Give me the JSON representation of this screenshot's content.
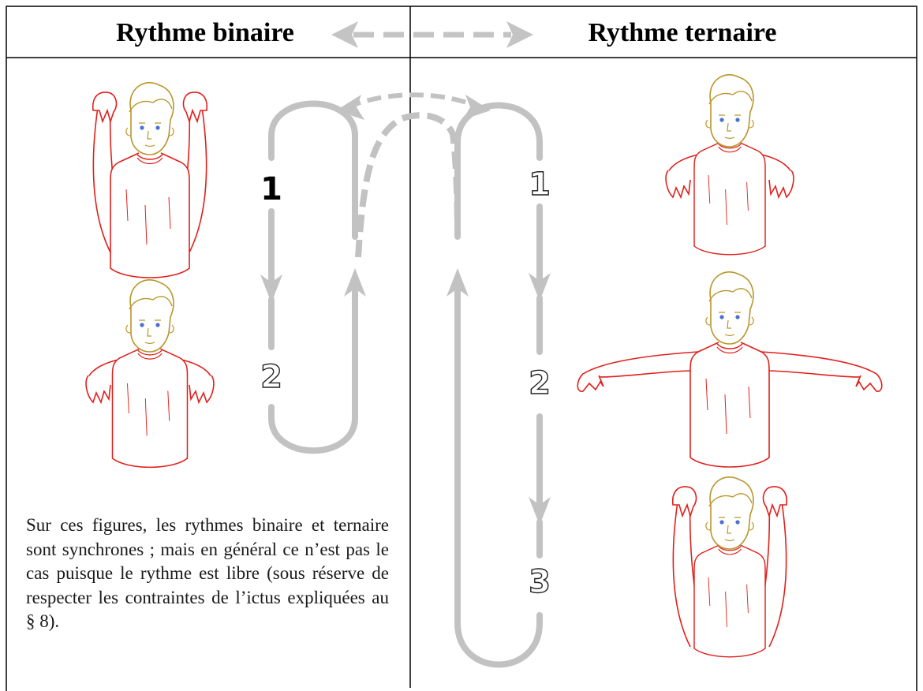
{
  "header": {
    "left_title": "Rythme binaire",
    "right_title": "Rythme ternaire"
  },
  "beats": {
    "binary": [
      "1",
      "2"
    ],
    "ternary": [
      "1",
      "2",
      "3"
    ]
  },
  "caption": "Sur ces figures, les rythmes binaire et ternaire sont synchrones ; mais en général ce n’est pas le cas puisque le rythme est libre (sous réserve de respecter les contraintes de l’ictus expliquées au § 8).",
  "colors": {
    "arrow": "#c2c2c2",
    "figure_body": "#e0201c",
    "figure_head": "#b8962a",
    "figure_eyes": "#4a6fd0",
    "border": "#000000"
  }
}
